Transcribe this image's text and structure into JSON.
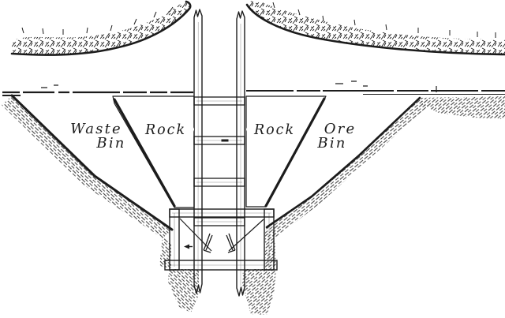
{
  "figure": {
    "kind": "mine-shaft-cross-section-engraving",
    "labels": {
      "waste_bin": {
        "line1": "Waste",
        "line2": "Bin"
      },
      "rock_left": "Rock",
      "rock_right": "Rock",
      "ore_bin": {
        "line1": "Ore",
        "line2": "Bin"
      }
    },
    "colors": {
      "ink": "#1c1c1c",
      "paper": "#ffffff"
    }
  }
}
